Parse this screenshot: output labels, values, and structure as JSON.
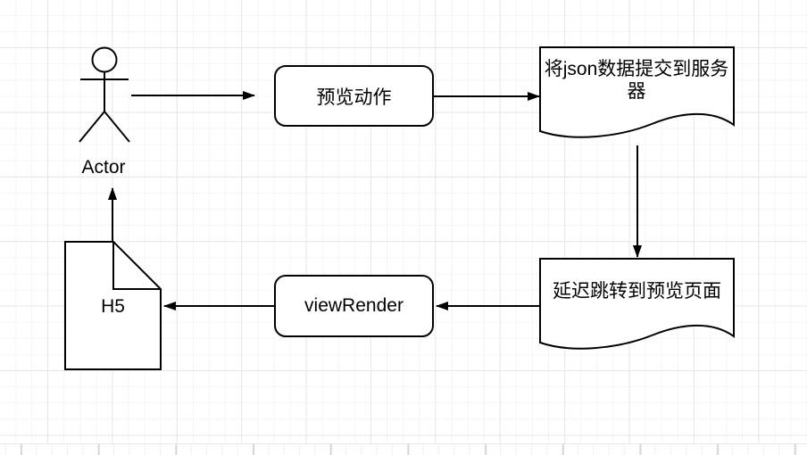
{
  "style": {
    "stroke_color": "#000000",
    "shape_fill": "#ffffff",
    "text_color": "#000000",
    "canvas_background": "#ffffff",
    "grid_minor_color": "#f4f4f5",
    "grid_major_color": "#e7e7e9"
  },
  "diagram": {
    "nodes": {
      "actor": {
        "label": "Actor",
        "shape": "actor-stick-figure"
      },
      "preview_action": {
        "label": "预览动作",
        "shape": "rounded-rectangle"
      },
      "submit_json": {
        "label": "将json数据提交到服务器",
        "shape": "document"
      },
      "delay_redirect": {
        "label": "延迟跳转到预览页面",
        "shape": "document"
      },
      "view_render": {
        "label": "viewRender",
        "shape": "rounded-rectangle"
      },
      "h5": {
        "label": "H5",
        "shape": "note"
      }
    },
    "edges": [
      {
        "from": "actor",
        "to": "preview_action",
        "direction": "right"
      },
      {
        "from": "preview_action",
        "to": "submit_json",
        "direction": "right"
      },
      {
        "from": "submit_json",
        "to": "delay_redirect",
        "direction": "down"
      },
      {
        "from": "delay_redirect",
        "to": "view_render",
        "direction": "left"
      },
      {
        "from": "view_render",
        "to": "h5",
        "direction": "left"
      },
      {
        "from": "h5",
        "to": "actor",
        "direction": "up"
      }
    ]
  }
}
